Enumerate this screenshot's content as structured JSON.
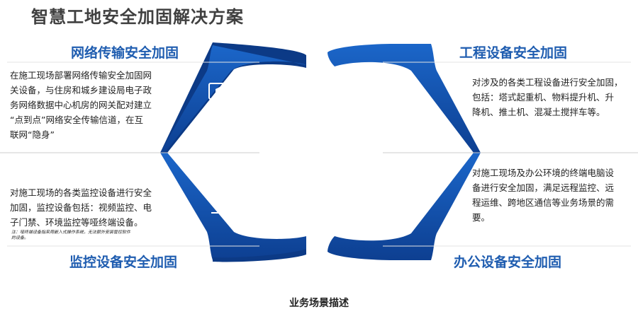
{
  "page_title": "智慧工地安全加固解决方案",
  "caption": "业务场景描述",
  "sections": {
    "network": {
      "title": "网络传输安全加固",
      "desc": [
        "在施工现场部署网络传输安全加固网",
        "关设备，与住房和城乡建设局电子政",
        "务网络数据中心机房的网关配对建立",
        "“点到点”网络安全传输信道，在互",
        "联网“隐身”"
      ],
      "icon": "monitor-cube-icon"
    },
    "engineering": {
      "title": "工程设备安全加固",
      "desc": [
        "对涉及的各类工程设备进行安全加固，",
        "包括：塔式起重机、物料提升机、升",
        "降机、推土机、混凝土搅拌车等。"
      ],
      "icon": "medical-clipboard-icon"
    },
    "monitoring": {
      "title": "监控设备安全加固",
      "desc": [
        "对施工现场的各类监控设备进行安全",
        "加固，监控设备包括：视频监控、电",
        "子门禁、环境监控等哑终端设备。"
      ],
      "note": [
        "注：哑终端设备指采用嵌入式操作系统，无法额外安装管控软件",
        "的设备。"
      ],
      "icon": "lab-flask-icon"
    },
    "office": {
      "title": "办公设备安全加固",
      "desc": [
        "对施工现场及办公环境的终端电脑设",
        "备进行安全加固，满足远程监控、远",
        "程运维、跨地区通信等业务场景的需",
        "要。"
      ],
      "icon": "drip-bag-icon"
    }
  },
  "colors": {
    "primary": "#1457b8",
    "dark": "#0d3d8a",
    "title": "#1f5db0"
  }
}
